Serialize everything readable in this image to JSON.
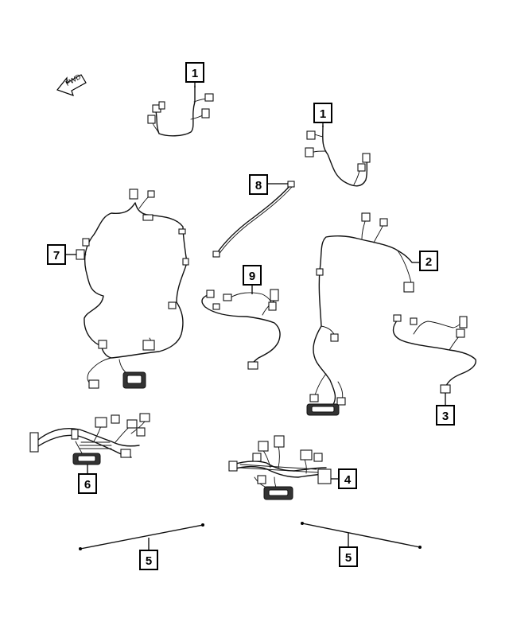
{
  "direction_indicator": {
    "label": "FWD",
    "icon": "forward-arrow-icon"
  },
  "callouts": [
    {
      "id": "c1a",
      "label": "1"
    },
    {
      "id": "c1b",
      "label": "1"
    },
    {
      "id": "c2",
      "label": "2"
    },
    {
      "id": "c3",
      "label": "3"
    },
    {
      "id": "c4",
      "label": "4"
    },
    {
      "id": "c5a",
      "label": "5"
    },
    {
      "id": "c5b",
      "label": "5"
    },
    {
      "id": "c6",
      "label": "6"
    },
    {
      "id": "c7",
      "label": "7"
    },
    {
      "id": "c8",
      "label": "8"
    },
    {
      "id": "c9",
      "label": "9"
    }
  ],
  "colors": {
    "line": "#111111",
    "background": "#ffffff"
  }
}
